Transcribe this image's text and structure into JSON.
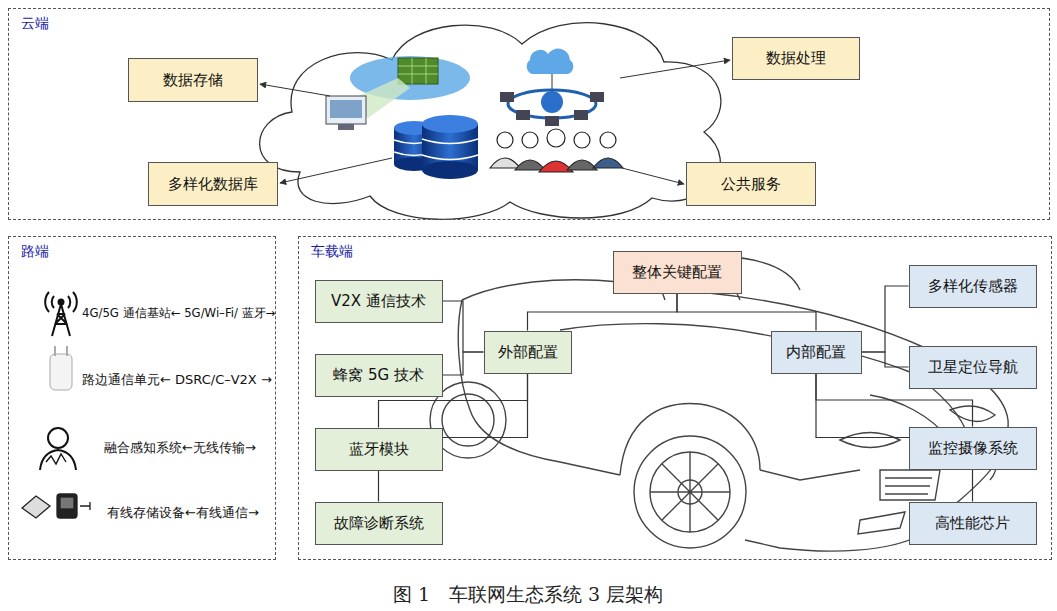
{
  "diagram": {
    "caption": "图 1　车联网生态系统 3 层架构",
    "nodes": [
      {
        "text": [
          "云端"
        ]
      },
      {
        "text": [
          "数据存储"
        ],
        "in": 0
      },
      {
        "text": [
          "数据处理"
        ],
        "in": 0
      },
      {
        "text": [
          "多样化数据库"
        ],
        "in": 0
      },
      {
        "text": [
          "公共服务"
        ],
        "in": 0
      },
      {
        "text": [
          "路端"
        ]
      },
      {
        "text": [
          "车载端"
        ]
      },
      {
        "text": [
          "整体关键配置"
        ],
        "in": 6
      },
      {
        "text": [
          "V2X 通信技术"
        ],
        "in": 6
      },
      {
        "text": [
          "外部配置"
        ],
        "in": 6
      },
      {
        "text": [
          "内部配置"
        ],
        "in": 6
      },
      {
        "text": [
          "多样化传感器"
        ],
        "in": 6
      },
      {
        "text": [
          "蜂窝 5G 技术"
        ],
        "in": 6
      },
      {
        "text": [
          "卫星定位导航"
        ],
        "in": 6
      },
      {
        "text": [
          "蓝牙模块"
        ],
        "in": 6
      },
      {
        "text": [
          "监控摄像系统"
        ],
        "in": 6
      },
      {
        "text": [
          "故障诊断系统"
        ],
        "in": 6
      },
      {
        "text": [
          "高性能芯片"
        ],
        "in": 6
      }
    ],
    "edges": [
      {
        "from": 7,
        "to": 9,
        "arrow": "none"
      },
      {
        "from": 7,
        "to": 10,
        "arrow": "none"
      },
      {
        "from": 9,
        "to": 8,
        "arrow": "none"
      },
      {
        "from": 9,
        "to": 12,
        "arrow": "none"
      },
      {
        "from": 9,
        "to": 14,
        "arrow": "none"
      },
      {
        "from": 9,
        "to": 16,
        "arrow": "none"
      },
      {
        "from": 10,
        "to": 11,
        "arrow": "none"
      },
      {
        "from": 10,
        "to": 13,
        "arrow": "none"
      },
      {
        "from": 10,
        "to": 15,
        "arrow": "none"
      },
      {
        "from": 10,
        "to": 17,
        "arrow": "none"
      }
    ],
    "labels": [
      "4G/5G 通信基站← 5G/Wi–Fi/ 蓝牙→",
      "路边通信单元← DSRC/C–V2X →",
      "融合感知系统←无线传输→",
      "有线存储设备←有线通信→"
    ]
  }
}
